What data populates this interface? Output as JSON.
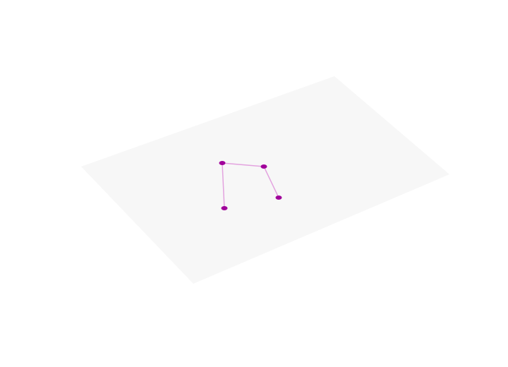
{
  "colors": {
    "background": "#ffffff",
    "plane_fill": "#f7f7f7",
    "node_fill": "#a0009a",
    "edge_stroke": "#e3a3df"
  },
  "graph": {
    "nodes": [
      {
        "id": "n1"
      },
      {
        "id": "n2"
      },
      {
        "id": "n3"
      },
      {
        "id": "n4"
      }
    ],
    "edges": [
      {
        "from": "n1",
        "to": "n2"
      },
      {
        "from": "n1",
        "to": "n3"
      },
      {
        "from": "n2",
        "to": "n4"
      }
    ]
  }
}
